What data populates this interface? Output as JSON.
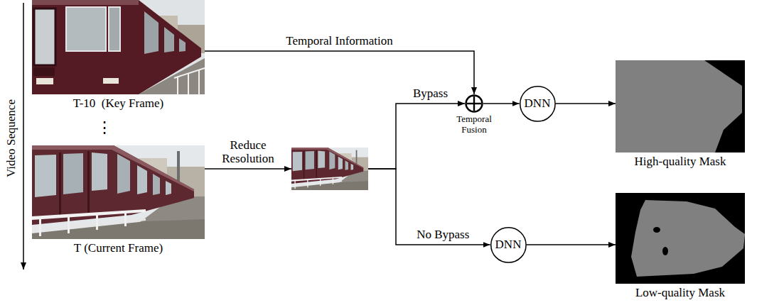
{
  "diagram": {
    "nodes": [
      {
        "text": [
          "T-10  (Key Frame)"
        ]
      },
      {
        "text": [
          "T (Current Frame)"
        ]
      },
      {
        "text": []
      },
      {
        "text": [
          "Temporal Fusion"
        ]
      },
      {
        "text": [
          "DNN"
        ]
      },
      {
        "text": [
          "High-quality Mask"
        ]
      },
      {
        "text": [
          "DNN"
        ]
      },
      {
        "text": [
          "Low-quality Mask"
        ]
      }
    ],
    "edges": [
      {
        "from": 0,
        "to": 3,
        "arrow": "to",
        "label": "Temporal Information"
      },
      {
        "from": 1,
        "to": 2,
        "arrow": "to",
        "label": "Reduce Resolution"
      },
      {
        "from": 2,
        "to": 3,
        "arrow": "to",
        "label": "Bypass"
      },
      {
        "from": 3,
        "to": 4,
        "arrow": "to"
      },
      {
        "from": 4,
        "to": 5,
        "arrow": "to"
      },
      {
        "from": 2,
        "to": 6,
        "arrow": "to",
        "label": "No Bypass"
      },
      {
        "from": 6,
        "to": 7,
        "arrow": "to"
      }
    ],
    "labels": [
      "Video Sequence",
      "⋮"
    ]
  }
}
